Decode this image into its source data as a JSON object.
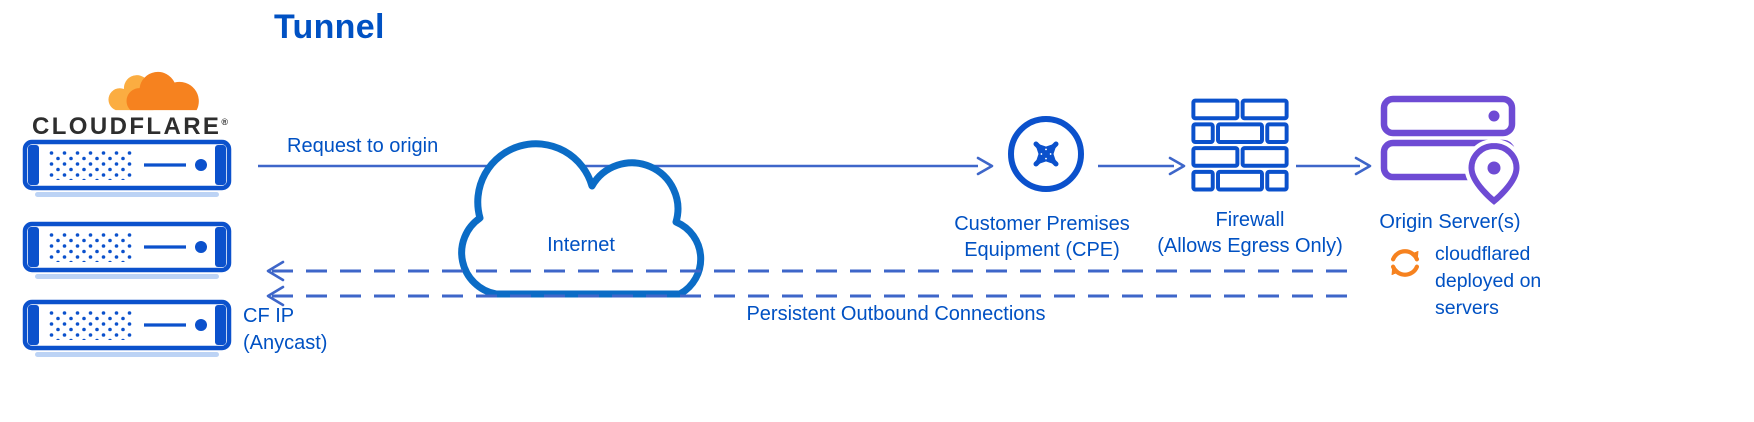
{
  "title": "Tunnel",
  "colors": {
    "text-blue": "#0051c3",
    "line-blue": "#3e66c9",
    "cloud-blue": "#0b6cc6",
    "icon-blue": "#0b51cc",
    "purple": "#6e4bd4",
    "orange": "#f6821f",
    "orange-light": "#fbad41",
    "wordmark-dark": "#2e2e2e",
    "rack-base": "#bcd3f5"
  },
  "logo": {
    "wordmark": "CLOUDFLARE",
    "registered": "®"
  },
  "flow": {
    "request_label": "Request to origin",
    "internet_label": "Internet",
    "cpe_label": [
      "Customer Premises",
      "Equipment (CPE)"
    ],
    "firewall_label": [
      "Firewall",
      "(Allows Egress Only)"
    ],
    "origin_label": "Origin Server(s)",
    "cloudflared_label": [
      "cloudflared",
      "deployed on",
      "servers"
    ],
    "cf_ip_label": [
      "CF IP",
      "(Anycast)"
    ],
    "persistent_label": "Persistent Outbound Connections"
  }
}
